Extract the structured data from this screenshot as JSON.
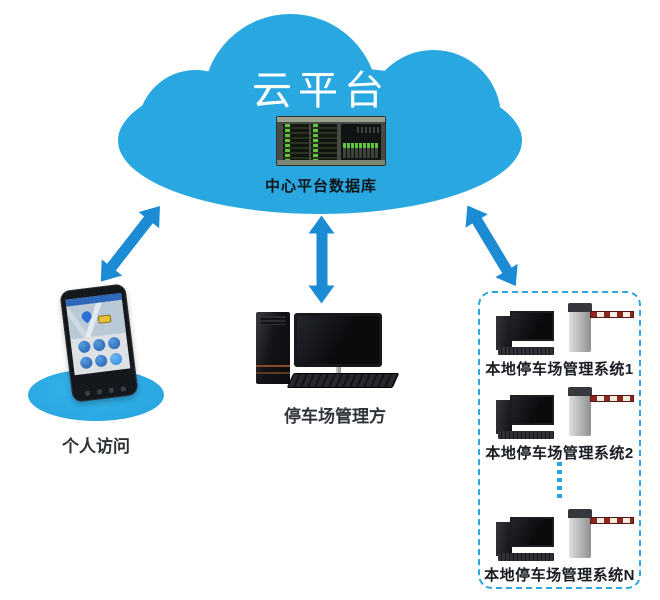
{
  "cloud": {
    "title": "云平台",
    "server_label": "中心平台数据库"
  },
  "personal": {
    "label": "个人访问"
  },
  "manager": {
    "label": "停车场管理方"
  },
  "local_systems": {
    "items": [
      {
        "label": "本地停车场管理系统1"
      },
      {
        "label": "本地停车场管理系统2"
      },
      {
        "label": "本地停车场管理系统N"
      }
    ]
  },
  "colors": {
    "cloud": "#29a7e1",
    "arrow": "#1b8bd3",
    "accent": "#2aa7e1",
    "label": "#2e3338"
  }
}
